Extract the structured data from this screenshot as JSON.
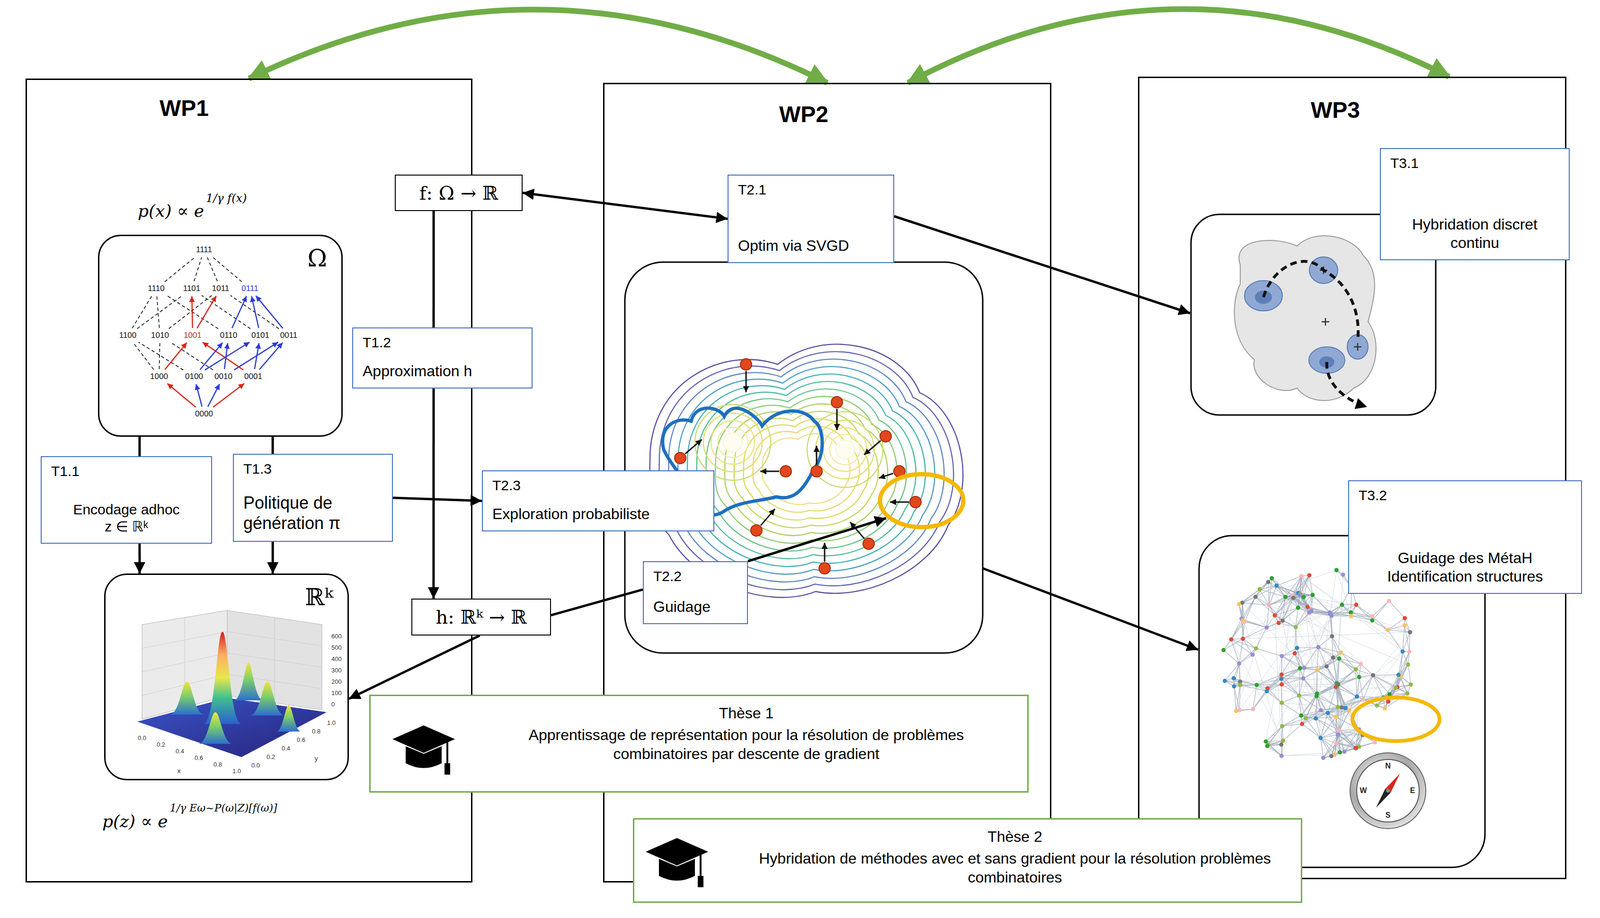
{
  "diagram": {
    "nodes": [
      {
        "text": [
          "WP1"
        ]
      },
      {
        "text": [
          "Ω"
        ],
        "in": 0
      },
      {
        "text": [
          "T1.1",
          "Encodage adhoc z ∈ ℝᵏ"
        ],
        "in": 0
      },
      {
        "text": [
          "T1.3",
          "Politique de génération π"
        ],
        "in": 0
      },
      {
        "text": [
          "ℝᵏ"
        ],
        "in": 0
      },
      {
        "text": [
          "f: Ω → ℝ"
        ]
      },
      {
        "text": [
          "T1.2",
          "Approximation h"
        ]
      },
      {
        "text": [
          "h: ℝᵏ → ℝ"
        ]
      },
      {
        "text": [
          "WP2"
        ]
      },
      {
        "text": [
          "T2.1",
          "Optim via SVGD"
        ],
        "in": 8
      },
      {
        "text": [
          "T2.3",
          "Exploration probabiliste"
        ]
      },
      {
        "text": [
          "T2.2",
          "Guidage"
        ],
        "in": 8
      },
      {
        "text": [
          "Thèse 1",
          "Apprentissage de représentation pour la résolution de problèmes combinatoires par descente de gradient"
        ]
      },
      {
        "text": [
          "Thèse 2",
          "Hybridation de méthodes avec et sans gradient pour la résolution problèmes combinatoires"
        ]
      },
      {
        "text": [
          "WP3"
        ]
      },
      {
        "text": [
          "T3.1",
          "Hybridation discret continu"
        ],
        "in": 14
      },
      {
        "text": [
          "T3.2",
          "Guidage des MétaH Identification structures"
        ],
        "in": 14
      }
    ],
    "edges": [
      {
        "from": 0,
        "to": 8,
        "arrow": "both"
      },
      {
        "from": 8,
        "to": 14,
        "arrow": "both"
      },
      {
        "from": 1,
        "to": 2,
        "arrow": "none"
      },
      {
        "from": 2,
        "to": 4,
        "arrow": "to"
      },
      {
        "from": 1,
        "to": 3,
        "arrow": "none"
      },
      {
        "from": 3,
        "to": 4,
        "arrow": "to"
      },
      {
        "from": 5,
        "to": 9,
        "arrow": "both"
      },
      {
        "from": 5,
        "to": 7,
        "arrow": "to"
      },
      {
        "from": 7,
        "to": 4,
        "arrow": "to"
      },
      {
        "from": 3,
        "to": 10,
        "arrow": "to"
      },
      {
        "from": 7,
        "to": 11,
        "arrow": "none"
      }
    ],
    "labels": [
      "p(x) ∝ e",
      "1/γ f(x)",
      "p(z) ∝ e",
      "1/γ Eω~P(ω|Z)[f(ω)]",
      "1111",
      "1110",
      "1101",
      "1011",
      "0111",
      "1100",
      "1010",
      "1001",
      "0110",
      "0101",
      "0011",
      "1000",
      "0100",
      "0010",
      "0001",
      "0000",
      "600",
      "500",
      "400",
      "300",
      "200",
      "100",
      "0",
      "0.0",
      "0.2",
      "0.4",
      "0.6",
      "0.8",
      "1.0",
      "x",
      "0.0",
      "0.2",
      "0.4",
      "0.6",
      "0.8",
      "1.0",
      "y",
      "N",
      "E",
      "S",
      "W"
    ]
  }
}
